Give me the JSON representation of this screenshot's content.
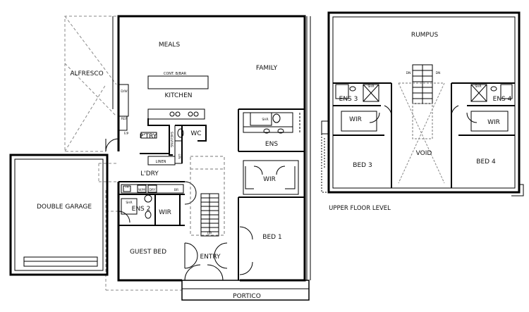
{
  "ground_floor": {
    "rooms": {
      "alfresco": "ALFRESCO",
      "meals": "MEALS",
      "family": "FAMILY",
      "kitchen": "KITCHEN",
      "cont_bar": "CONT. B/BAR",
      "pantry": "P'TRY",
      "wc": "WC",
      "shelving": "SHELVING",
      "linen": "LINEN",
      "ens": "ENS",
      "laundry": "L'DRY",
      "wir_main": "WIR",
      "double_garage": "DOUBLE GARAGE",
      "ens2": "ENS 2",
      "wir_guest": "WIR",
      "guest_bed": "GUEST BED",
      "entry": "ENTRY",
      "bed1": "BED 1",
      "portico": "PORTICO"
    },
    "fixtures": {
      "shr_main": "SHR",
      "shr_ens2": "SHR",
      "dw": "D/W",
      "ref": "REF",
      "fp": "F/P",
      "tr": "TR",
      "wm": "W/M",
      "dryer": "DRY",
      "br": "BR",
      "up": "UP",
      "lin": "LIN"
    }
  },
  "upper_floor": {
    "title": "UPPER FLOOR LEVEL",
    "rooms": {
      "rumpus": "RUMPUS",
      "ens3": "ENS 3",
      "ens4": "ENS 4",
      "wir3": "WIR",
      "wir4": "WIR",
      "void": "VOID",
      "bed3": "BED 3",
      "bed4": "BED 4"
    },
    "fixtures": {
      "shr3": "SHR",
      "shr4": "SHR",
      "dn1": "DN",
      "dn2": "DN"
    }
  }
}
